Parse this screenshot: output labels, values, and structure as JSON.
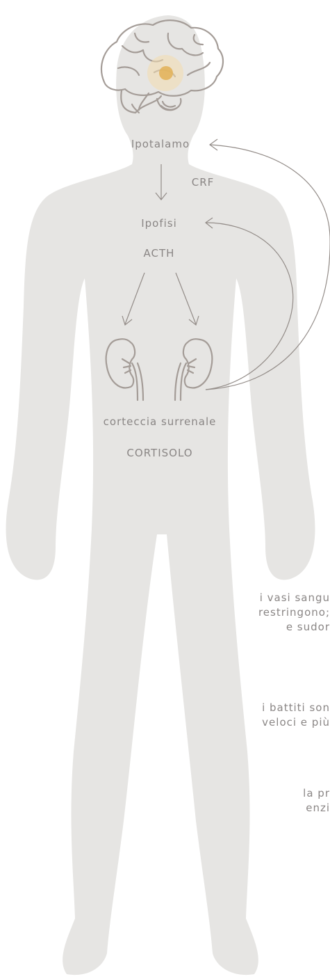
{
  "colors": {
    "body": "#e6e5e3",
    "lines": "#938c88",
    "text": "#8a8685",
    "hypothalamus_glow": "#e2b45c"
  },
  "labels": {
    "hypothalamus": "Ipotalamo",
    "crf": "CRF",
    "pituitary": "Ipofisi",
    "acth": "ACTH",
    "adrenal_cortex": "corteccia surrenale",
    "cortisol": "CORTISOLO"
  },
  "effects": {
    "vessels_line1": "i vasi sangu",
    "vessels_line2": "restringono;",
    "vessels_line3": "e sudor",
    "heart_line1": "i battiti son",
    "heart_line2": "veloci e più",
    "third_line1": "la pr",
    "third_line2": "enzi"
  }
}
